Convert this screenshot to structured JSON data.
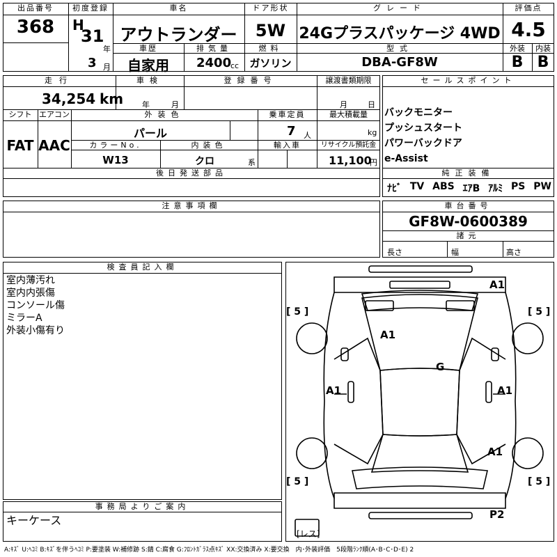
{
  "header": {
    "lot_label": "出品番号",
    "lot_no": "368",
    "first_reg_label": "初度登録",
    "era": "H",
    "year": "31",
    "year_unit": "年",
    "month": "3",
    "month_unit": "月",
    "name_label": "車名",
    "car_name": "アウトランダー",
    "door_label": "ドア形状",
    "door": "5W",
    "grade_label": "グレード",
    "grade": "24Gプラスパッケージ 4WD",
    "score_label": "評価点",
    "score": "4.5",
    "history_label": "車歴",
    "history": "自家用",
    "displacement_label": "排気量",
    "displacement": "2400",
    "displacement_unit": "cc",
    "fuel_label": "燃料",
    "fuel": "ガソリン",
    "model_label": "型式",
    "model": "DBA-GF8W",
    "exterior_label": "外装",
    "exterior_grade": "B",
    "interior_label": "内装",
    "interior_grade": "B"
  },
  "row2": {
    "mileage_label": "走行",
    "mileage": "34,254",
    "mileage_unit": "km",
    "inspection_label": "車検",
    "insp_year_unit": "年",
    "insp_month_unit": "月",
    "regno_label": "登録番号",
    "transfer_label": "譲渡書類期限",
    "transfer_month_unit": "月",
    "transfer_day_unit": "日",
    "sales_label": "セールスポイント",
    "sales_points": [
      "バックモニター",
      "プッシュスタート",
      "パワーバックドア",
      "e-Assist"
    ],
    "shift_label": "シフト",
    "shift": "FAT",
    "ac_label": "エアコン",
    "ac": "AAC",
    "color_label": "外装色",
    "color": "パール",
    "capacity_label": "乗車定員",
    "capacity": "7",
    "capacity_unit": "人",
    "maxload_label": "最大積載量",
    "maxload_unit": "kg",
    "colorno_label": "カラーNo.",
    "colorno": "W13",
    "intcolor_label": "内装色",
    "intcolor": "クロ",
    "intcolor_unit": "系",
    "import_label": "輸入車",
    "recycle_label": "リサイクル預託金",
    "recycle": "11,100",
    "recycle_unit": "円",
    "later_label": "後日発送部品",
    "equipment_label": "純正装備",
    "equipment": [
      "ﾅﾋﾞ",
      "TV",
      "ABS",
      "ｴｱB",
      "ｱﾙﾐ",
      "PS",
      "PW"
    ]
  },
  "notes": {
    "caution_label": "注意事項欄",
    "chassis_label": "車台番号",
    "chassis": "GF8W-0600389",
    "specs_label": "諸元",
    "length_label": "長さ",
    "width_label": "幅",
    "height_label": "高さ"
  },
  "inspector": {
    "label": "検査員記入欄",
    "lines": [
      "室内薄汚れ",
      "室内内張傷",
      "コンソール傷",
      "ミラーA",
      "外装小傷有り"
    ]
  },
  "office": {
    "label": "事務局よりご案内",
    "text": "キーケース"
  },
  "diagram": {
    "marks": {
      "front": "A1",
      "hood": "A1",
      "windshield": "G",
      "left": "A1",
      "right": "A1",
      "rear_right": "A1",
      "rear": "P2"
    },
    "tires": {
      "fl": "5",
      "fr": "5",
      "rl": "5",
      "rr": "5"
    },
    "spare": "レス"
  },
  "legend": "A:ｷｽﾞ U:ﾍｺﾐ B:ｷｽﾞを伴うﾍｺﾐ P:要塗装 W:補修跡 S:錆 C:腐食 G:ﾌﾛﾝﾄｶﾞﾗｽ点ｷｽﾞ XX:交換済み X:要交換　内･外装評価　5段階ﾗﾝｸ順(A･B･C･D･E) 2"
}
